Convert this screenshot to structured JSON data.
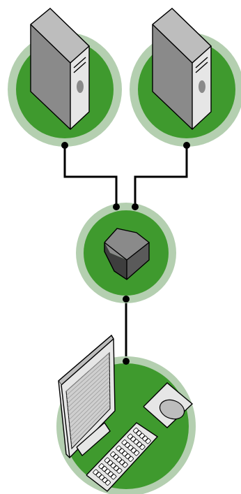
{
  "diagram": {
    "nodes": [
      {
        "id": "server-left",
        "icon": "server-tower-icon"
      },
      {
        "id": "server-right",
        "icon": "server-tower-icon"
      },
      {
        "id": "switch",
        "icon": "kvm-switch-icon"
      },
      {
        "id": "workstation",
        "icon": "desktop-computer-icon"
      }
    ],
    "links": [
      {
        "from": "server-left",
        "to": "switch"
      },
      {
        "from": "server-right",
        "to": "switch"
      },
      {
        "from": "switch",
        "to": "workstation"
      }
    ]
  },
  "colors": {
    "halo": "#b4cfb0",
    "circle": "#3f9a2e",
    "line": "#000000",
    "device_light": "#e6e6e6",
    "device_mid": "#bdbdbd",
    "device_dark": "#8a8a8a",
    "switch_dark": "#5a5a5a",
    "switch_top": "#8a8a8a"
  }
}
